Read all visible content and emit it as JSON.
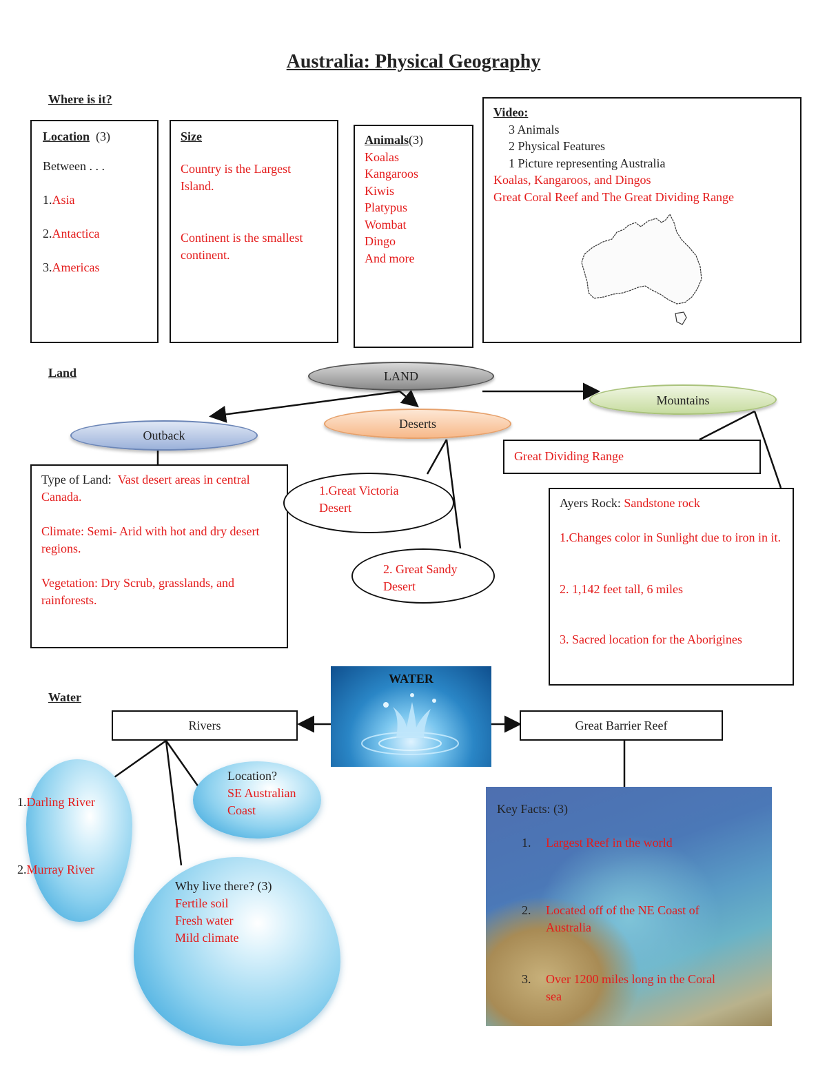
{
  "title": "Australia: Physical Geography",
  "sections": {
    "where": "Where is it?",
    "land": "Land",
    "water": "Water"
  },
  "location": {
    "heading": "Location",
    "count": "(3)",
    "intro": "Between . . .",
    "items": [
      {
        "num": "1.",
        "text": "Asia"
      },
      {
        "num": "2.",
        "text": "Antactica"
      },
      {
        "num": "3.",
        "text": "Americas"
      }
    ]
  },
  "size": {
    "heading": "Size",
    "line1": "Country is the Largest Island.",
    "line2": "Continent is the smallest continent."
  },
  "animals": {
    "heading": "Animals",
    "count": "(3)",
    "items": [
      "Koalas",
      "Kangaroos",
      "Kiwis",
      "Platypus",
      "Wombat",
      "Dingo",
      "And more"
    ]
  },
  "video": {
    "heading": "Video:",
    "prompts": [
      "3 Animals",
      "2 Physical Features",
      "1 Picture representing Australia"
    ],
    "answers": [
      "Koalas, Kangaroos, and Dingos",
      "Great Coral Reef and The Great Dividing Range"
    ]
  },
  "land": {
    "center": "LAND",
    "outback": "Outback",
    "deserts": "Deserts",
    "mountains": "Mountains",
    "outback_info": {
      "type_label": "Type of Land:",
      "type_value": "Vast desert areas in central Canada.",
      "climate": "Climate: Semi- Arid with hot and dry desert regions.",
      "vegetation": "Vegetation: Dry Scrub, grasslands, and rainforests."
    },
    "desert1": "1.Great Victoria Desert",
    "desert2": "2. Great Sandy Desert",
    "range": "Great Dividing Range",
    "ayers": {
      "label": "Ayers Rock:",
      "value": "Sandstone rock",
      "fact1": "1.Changes color in Sunlight due to iron in it.",
      "fact2": "2. 1,142 feet tall, 6 miles",
      "fact3": "3. Sacred location for the Aborigines"
    }
  },
  "water": {
    "image_label": "WATER",
    "rivers": "Rivers",
    "reef": "Great Barrier Reef",
    "river1_num": "1.",
    "river1": "Darling River",
    "river2_num": "2.",
    "river2": "Murray River",
    "location_q": "Location?",
    "location_a": "SE Australian Coast",
    "why_q": "Why live there?  (3)",
    "why_items": [
      "Fertile soil",
      "Fresh water",
      "Mild climate"
    ],
    "key_facts": "Key Facts:  (3)",
    "facts": [
      {
        "num": "1.",
        "text": "Largest Reef in the world"
      },
      {
        "num": "2.",
        "text": "Located off of the NE Coast of Australia"
      },
      {
        "num": "3.",
        "text": "Over 1200 miles long in the Coral sea"
      }
    ]
  }
}
